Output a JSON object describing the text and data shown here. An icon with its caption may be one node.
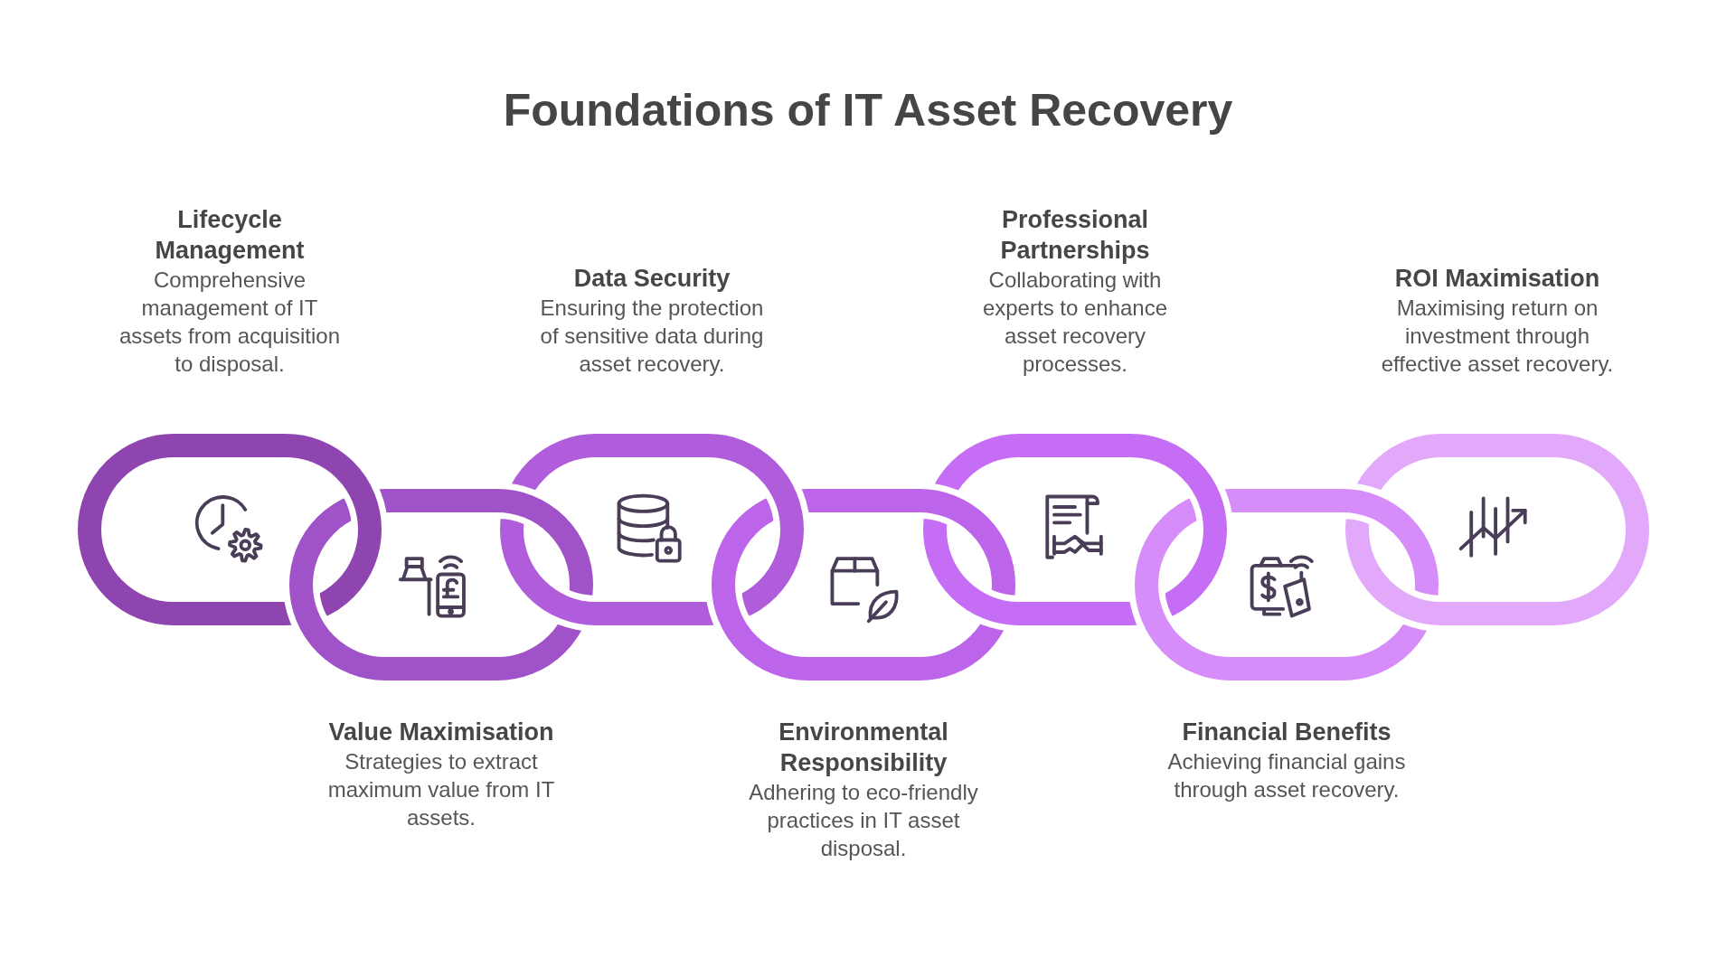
{
  "diagram": {
    "title": "Foundations of IT Asset Recovery",
    "nodes": [
      {
        "text": [
          "Lifecycle Management",
          "Comprehensive management of IT assets from acquisition to disposal."
        ]
      },
      {
        "text": [
          "Value Maximisation",
          "Strategies to extract maximum value from IT assets."
        ]
      },
      {
        "text": [
          "Data Security",
          "Ensuring the protection of sensitive data during asset recovery."
        ]
      },
      {
        "text": [
          "Environmental Responsibility",
          "Adhering to eco-friendly practices in IT asset disposal."
        ]
      },
      {
        "text": [
          "Professional Partnerships",
          "Collaborating with experts to enhance asset recovery processes."
        ]
      },
      {
        "text": [
          "Financial Benefits",
          "Achieving financial gains through asset recovery."
        ]
      },
      {
        "text": [
          "ROI Maximisation",
          "Maximising return on investment through effective asset recovery."
        ]
      }
    ]
  }
}
